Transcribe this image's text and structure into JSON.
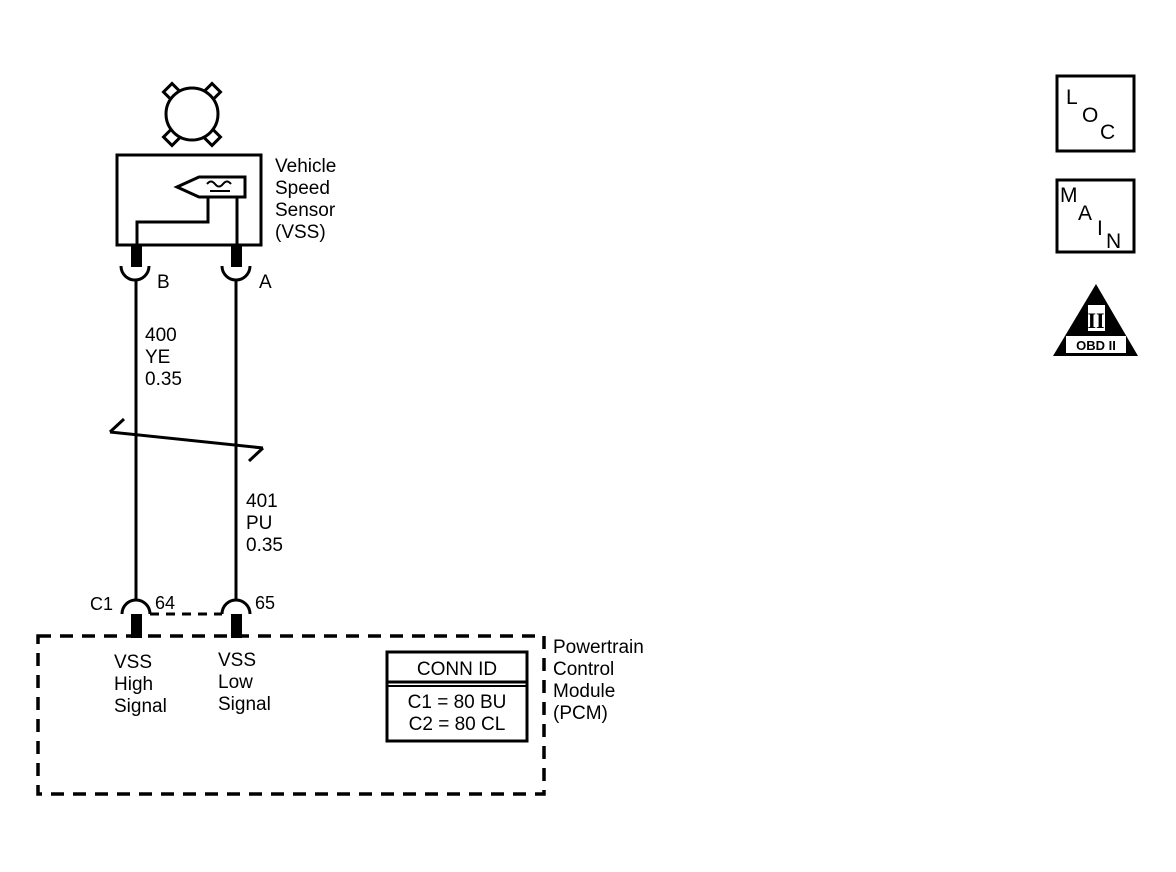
{
  "sensor": {
    "name_lines": [
      "Vehicle",
      "Speed",
      "Sensor",
      "(VSS)"
    ],
    "pin_b": "B",
    "pin_a": "A"
  },
  "wires": {
    "high": {
      "circuit": "400",
      "color": "YE",
      "size": "0.35"
    },
    "low": {
      "circuit": "401",
      "color": "PU",
      "size": "0.35"
    }
  },
  "pcm": {
    "connector": "C1",
    "pin_high": "64",
    "pin_low": "65",
    "high_signal_lines": [
      "VSS",
      "High",
      "Signal"
    ],
    "low_signal_lines": [
      "VSS",
      "Low",
      "Signal"
    ],
    "name_lines": [
      "Powertrain",
      "Control",
      "Module",
      "(PCM)"
    ],
    "conn_id": {
      "title": "CONN ID",
      "rows": [
        "C1 = 80 BU",
        "C2 = 80 CL"
      ]
    }
  },
  "icons": {
    "loc": {
      "letters": [
        "L",
        "O",
        "C"
      ]
    },
    "main": {
      "letters": [
        "M",
        "A",
        "I",
        "N"
      ]
    },
    "obd": {
      "numeral": "II",
      "label": "OBD II"
    }
  }
}
